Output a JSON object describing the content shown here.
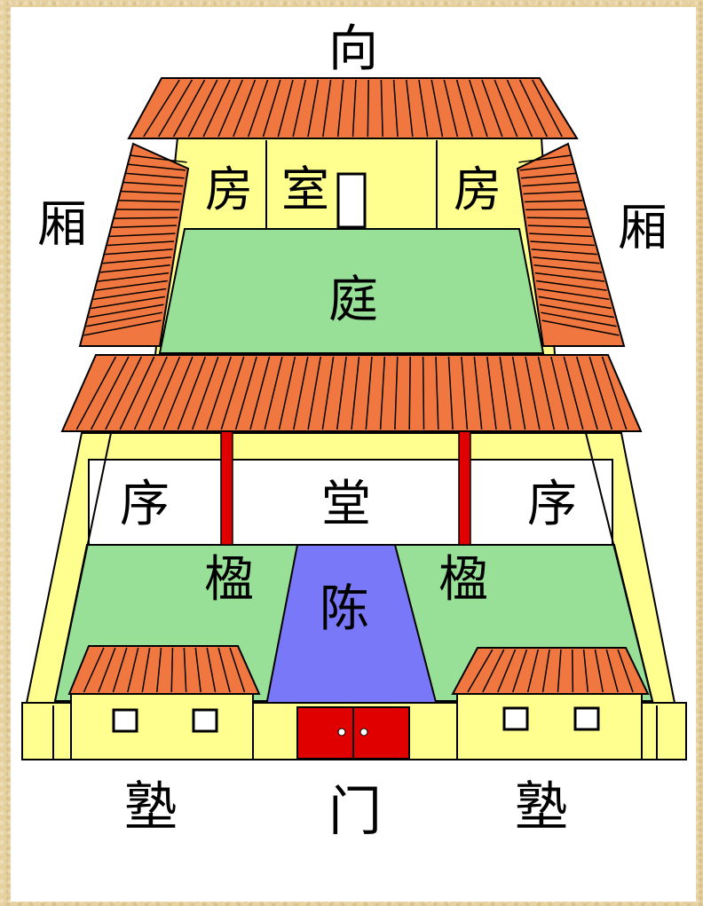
{
  "labels": {
    "top": "向",
    "wing_left": "厢",
    "wing_right": "厢",
    "room_left": "房",
    "room_center": "室",
    "room_right": "房",
    "courtyard": "庭",
    "side_left": "序",
    "hall": "堂",
    "side_right": "序",
    "pillar_left": "楹",
    "pillar_right": "楹",
    "path": "陈",
    "school_left": "塾",
    "gate": "门",
    "school_right": "塾"
  },
  "colors": {
    "roof": "#f07840",
    "wall": "#ffff90",
    "lawn": "#98e098",
    "path": "#7878f8",
    "gate": "#e00000",
    "pillar": "#e00000",
    "hall": "#ffffff"
  }
}
